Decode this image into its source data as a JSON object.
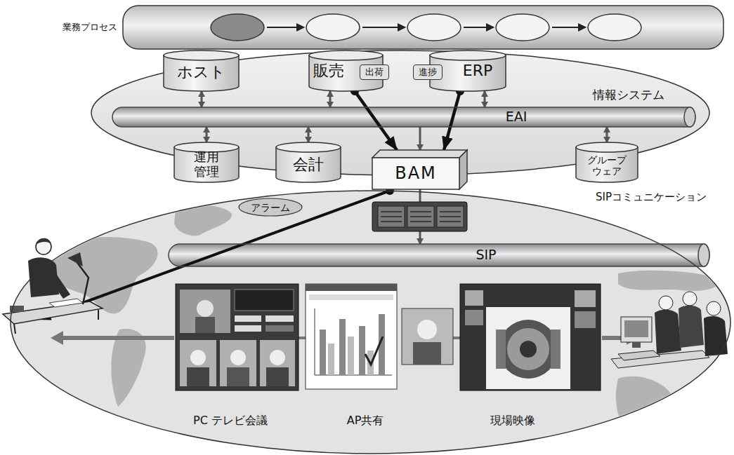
{
  "diagram": {
    "nodes": [
      {
        "text": [
          "業務プロセス"
        ]
      },
      {
        "text": [
          "情報システム"
        ]
      },
      {
        "text": [
          "ホスト"
        ],
        "in": 1
      },
      {
        "text": [
          "販売"
        ],
        "in": 1
      },
      {
        "text": [
          "出荷"
        ],
        "in": 1
      },
      {
        "text": [
          "ERP"
        ],
        "in": 1
      },
      {
        "text": [
          "進捗"
        ],
        "in": 1
      },
      {
        "text": [
          "EAI"
        ],
        "in": 1
      },
      {
        "text": [
          "運用 管理"
        ],
        "in": 1
      },
      {
        "text": [
          "会計"
        ],
        "in": 1
      },
      {
        "text": [
          "BAM"
        ],
        "in": 1
      },
      {
        "text": [
          "グループ ウェア"
        ],
        "in": 1
      },
      {
        "text": [
          "SIPコミュニケーション"
        ]
      },
      {
        "text": [
          "アラーム"
        ],
        "in": 12
      },
      {
        "text": [
          "SIP"
        ],
        "in": 12
      },
      {
        "text": [
          "PC テレビ会議"
        ],
        "in": 12
      },
      {
        "text": [
          "AP共有"
        ],
        "in": 12
      },
      {
        "text": [
          "現場映像"
        ],
        "in": 12
      }
    ],
    "edges": [
      {
        "from": 2,
        "to": 7,
        "arrow": "both"
      },
      {
        "from": 3,
        "to": 7,
        "arrow": "both"
      },
      {
        "from": 5,
        "to": 7,
        "arrow": "both"
      },
      {
        "from": 8,
        "to": 7,
        "arrow": "both"
      },
      {
        "from": 9,
        "to": 7,
        "arrow": "both"
      },
      {
        "from": 11,
        "to": 7,
        "arrow": "both"
      },
      {
        "from": 7,
        "to": 10,
        "arrow": "to"
      },
      {
        "from": 3,
        "to": 10,
        "arrow": "to"
      },
      {
        "from": 5,
        "to": 10,
        "arrow": "to"
      },
      {
        "from": 10,
        "to": 14,
        "arrow": "to"
      }
    ]
  }
}
